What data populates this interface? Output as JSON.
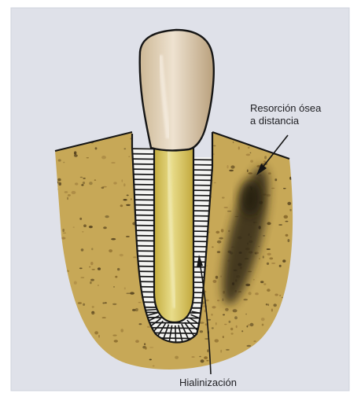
{
  "figure": {
    "labels": {
      "resorcion_line1": "Resorción ósea",
      "resorcion_line2": "a distancia",
      "hialinizacion": "Hialinización"
    },
    "colors": {
      "background": "#dfe1e9",
      "bone": "#c7a857",
      "bone_speckle": "#6b5426",
      "root": "#d8c45a",
      "crown": "#e7d8c4",
      "pdl_hatch": "#151515",
      "resorption_shadow": "#2e2516",
      "outline": "#151515"
    }
  }
}
